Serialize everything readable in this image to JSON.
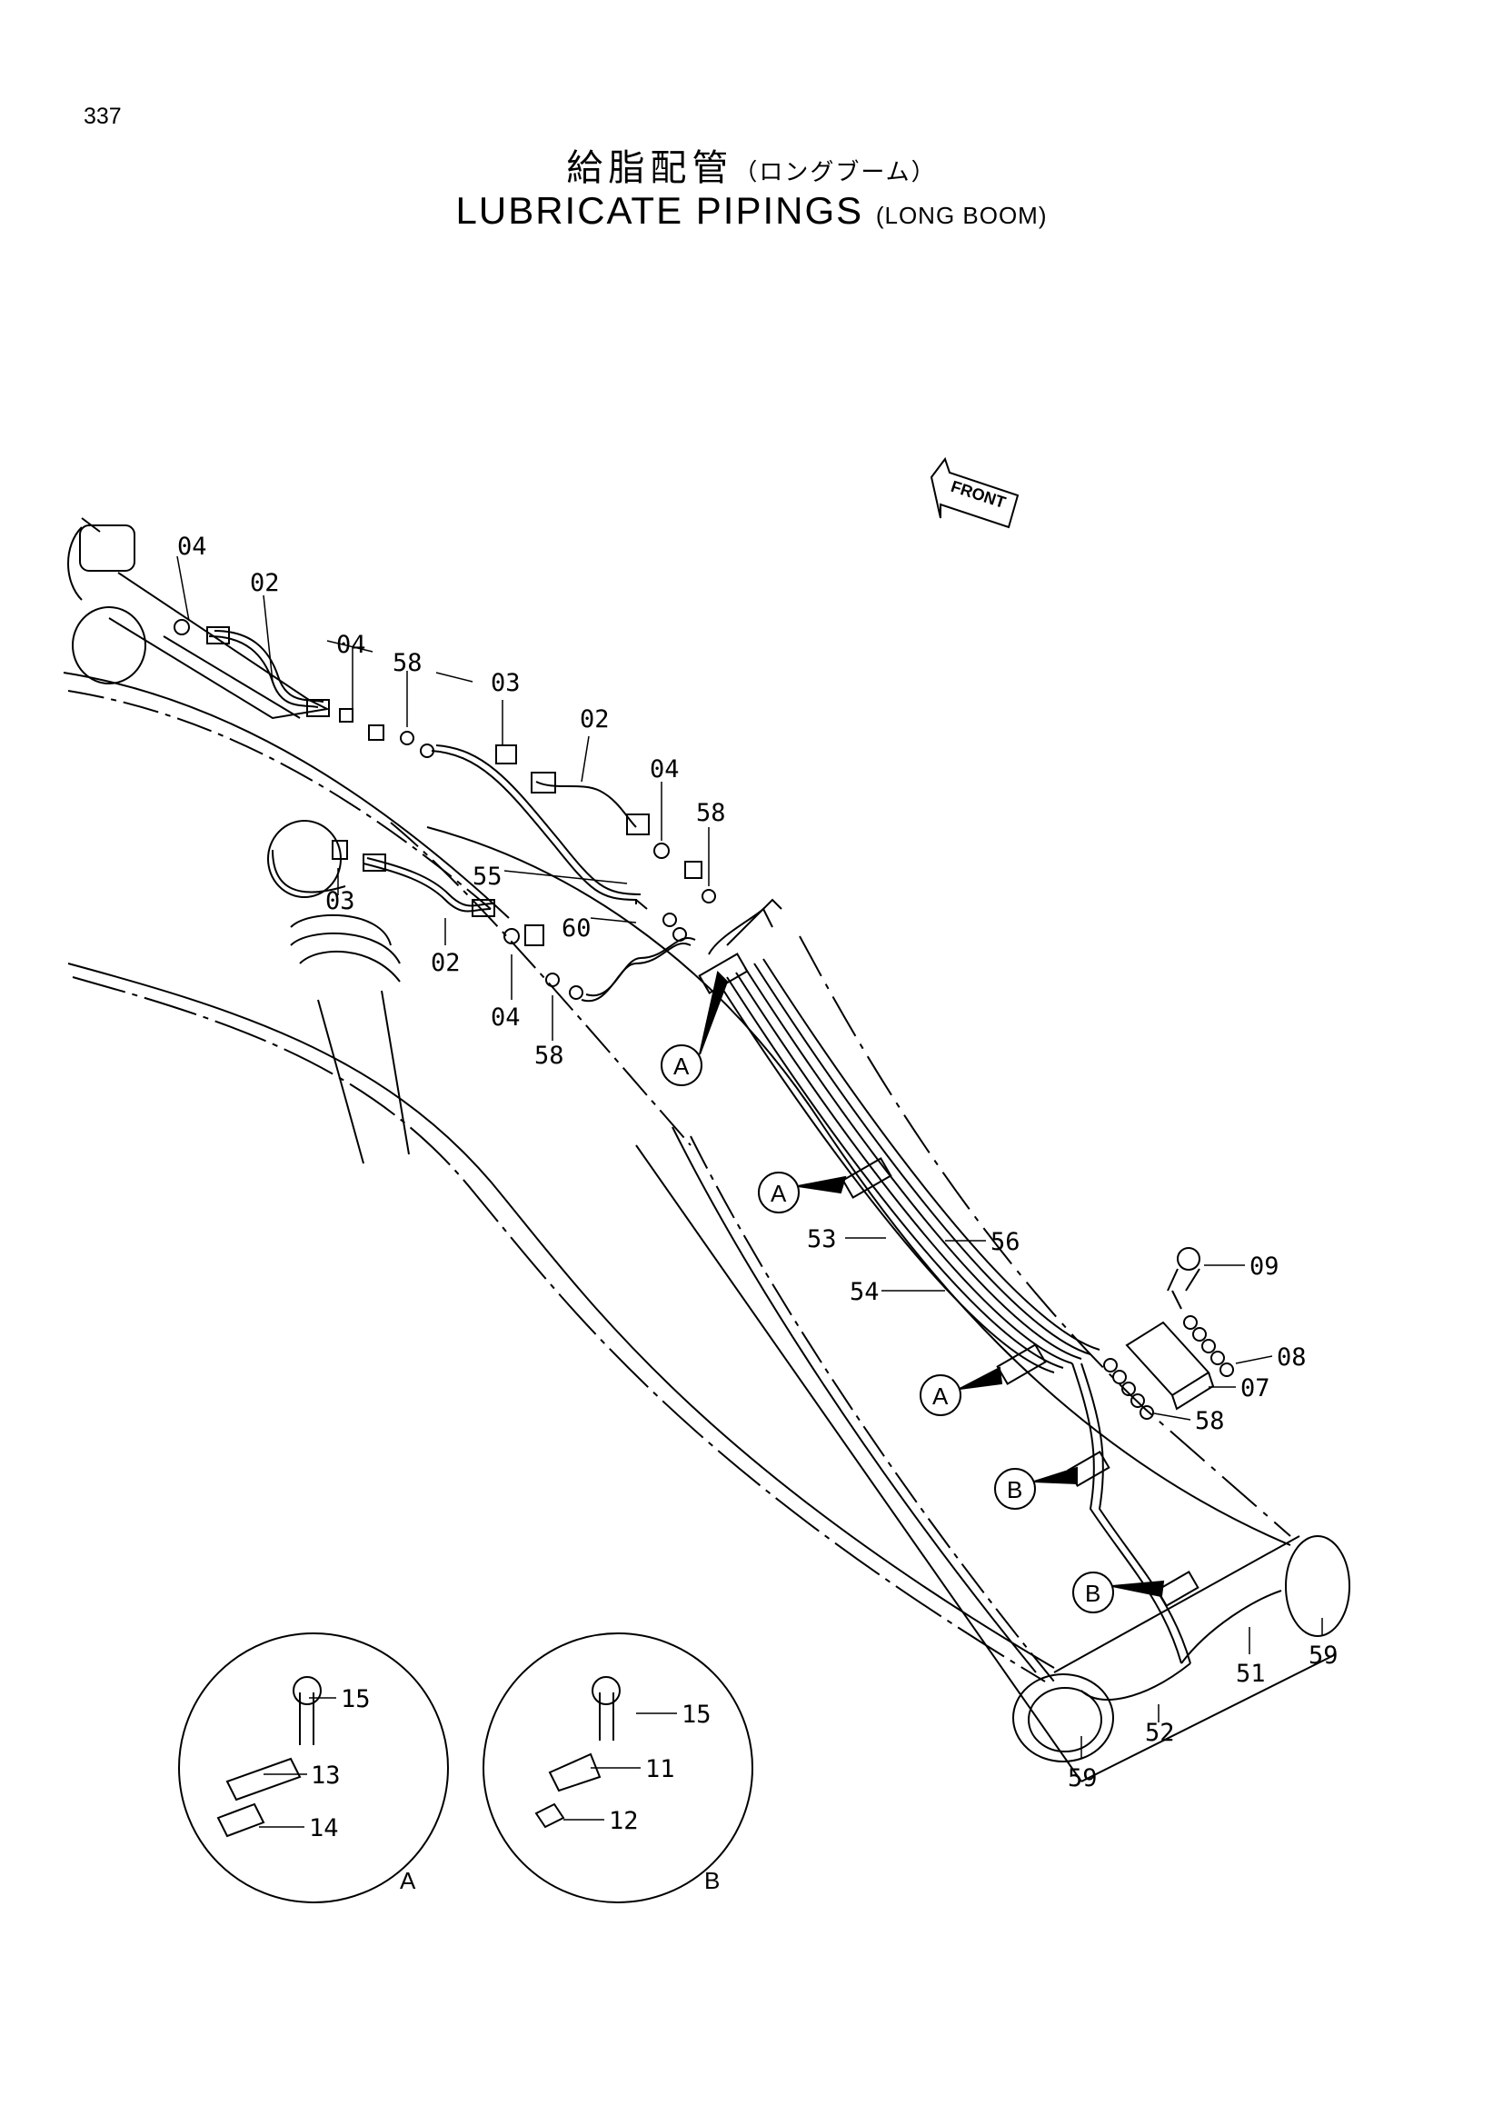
{
  "page_number": "337",
  "title_jp": "給脂配管",
  "title_jp_sub": "（ロングブーム）",
  "title_en": "LUBRICATE PIPINGS",
  "title_en_sub": "(LONG BOOM)",
  "front_label": "FRONT",
  "callouts": {
    "c04a": "04",
    "c02a": "02",
    "c04b": "04",
    "c58a": "58",
    "c03a": "03",
    "c02b": "02",
    "c04c": "04",
    "c58b": "58",
    "c55": "55",
    "c60": "60",
    "c03b": "03",
    "c02c": "02",
    "c04d": "04",
    "c58c": "58",
    "c53": "53",
    "c56": "56",
    "c54": "54",
    "c09": "09",
    "c08": "08",
    "c07": "07",
    "c58d": "58",
    "c51": "51",
    "c52": "52",
    "c59a": "59",
    "c59b": "59",
    "c15a": "15",
    "c13": "13",
    "c14": "14",
    "c15b": "15",
    "c11": "11",
    "c12": "12"
  },
  "refs": {
    "a1": "A",
    "a2": "A",
    "a3": "A",
    "b1": "B",
    "b2": "B",
    "detail_a": "A",
    "detail_b": "B"
  }
}
